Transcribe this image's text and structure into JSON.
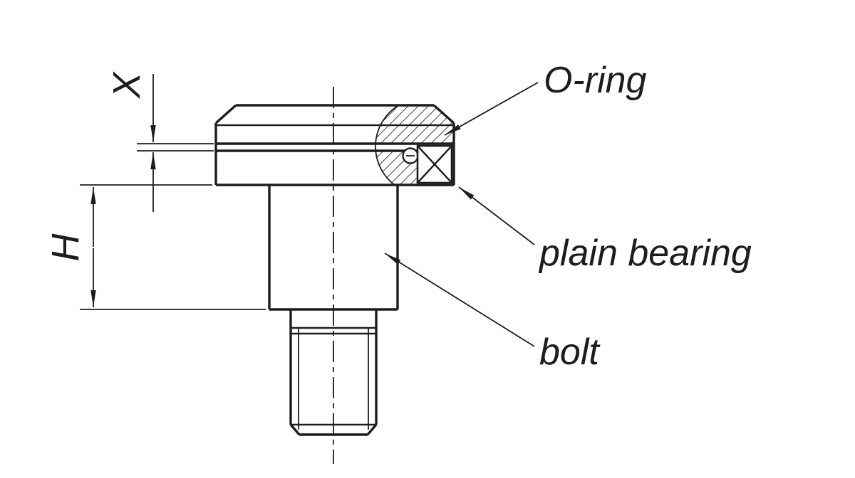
{
  "diagram": {
    "type": "technical-drawing",
    "background_color": "#ffffff",
    "line_color": "#1d1d1b",
    "labels": {
      "o_ring": "O-ring",
      "plain_bearing": "plain bearing",
      "bolt": "bolt"
    },
    "dimensions": {
      "x": "X",
      "h": "H"
    }
  }
}
